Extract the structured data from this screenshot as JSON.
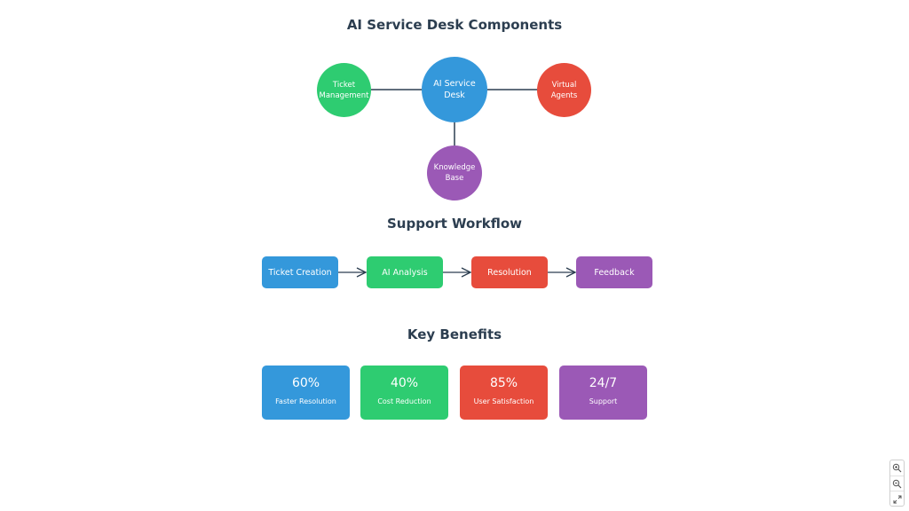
{
  "diagram": {
    "title": "AI Service Desk Components",
    "components": {
      "center": {
        "label": "AI Service Desk",
        "color": "#3498db"
      },
      "ticket": {
        "label": "Ticket Management",
        "color": "#2ecc71"
      },
      "virtual": {
        "label": "Virtual Agents",
        "color": "#e74c3c"
      },
      "knowledge": {
        "label": "Knowledge Base",
        "color": "#9b59b6"
      }
    }
  },
  "workflow": {
    "title": "Support Workflow",
    "steps": [
      {
        "label": "Ticket Creation",
        "color": "#3498db"
      },
      {
        "label": "AI Analysis",
        "color": "#2ecc71"
      },
      {
        "label": "Resolution",
        "color": "#e74c3c"
      },
      {
        "label": "Feedback",
        "color": "#9b59b6"
      }
    ]
  },
  "benefits": {
    "title": "Key Benefits",
    "items": [
      {
        "value": "60%",
        "label": "Faster Resolution",
        "color": "#3498db"
      },
      {
        "value": "40%",
        "label": "Cost Reduction",
        "color": "#2ecc71"
      },
      {
        "value": "85%",
        "label": "User Satisfaction",
        "color": "#e74c3c"
      },
      {
        "value": "24/7",
        "label": "Support",
        "color": "#9b59b6"
      }
    ]
  },
  "zoom_controls": {
    "icons": [
      "zoom-in-icon",
      "zoom-out-icon",
      "fit-view-icon"
    ]
  }
}
